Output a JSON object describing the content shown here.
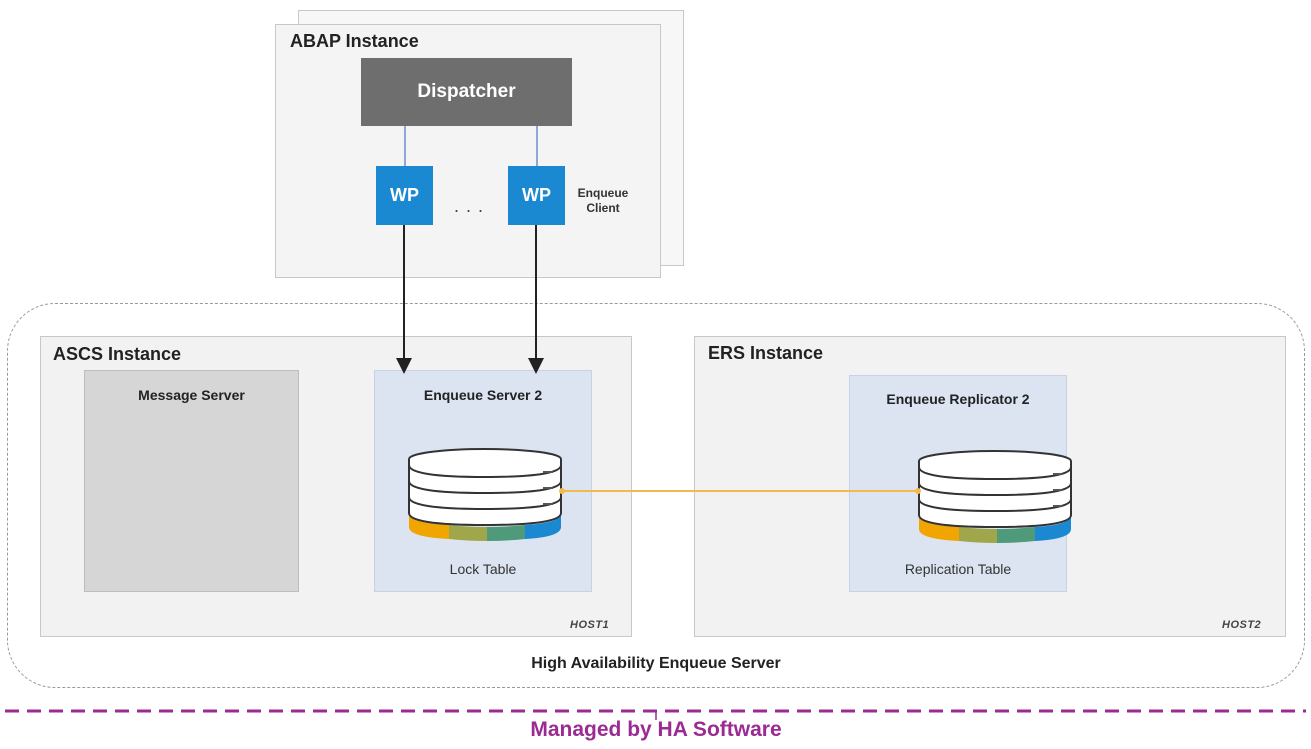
{
  "abap": {
    "title": "ABAP Instance",
    "dispatcher": "Dispatcher",
    "wp_left": "WP",
    "wp_right": "WP",
    "ellipsis": ". . .",
    "enqueue_client": "Enqueue Client"
  },
  "ascs": {
    "title": "ASCS Instance",
    "message_server": "Message Server",
    "enqueue_server": "Enqueue Server 2",
    "lock_table": "Lock Table",
    "host": "HOST1"
  },
  "ers": {
    "title": "ERS Instance",
    "enqueue_replicator": "Enqueue Replicator 2",
    "replication_table": "Replication Table",
    "host": "HOST2"
  },
  "ha_group": {
    "label": "High Availability Enqueue Server"
  },
  "managed": {
    "label": "Managed by HA Software"
  },
  "colors": {
    "wp_blue": "#1b88d2",
    "dispatcher_gray": "#6e6e6e",
    "link_orange": "#f5b94a",
    "managed_purple": "#9b2a93",
    "segments": [
      "#f0a500",
      "#a0a64a",
      "#4f9a7a",
      "#1b88d2"
    ]
  }
}
